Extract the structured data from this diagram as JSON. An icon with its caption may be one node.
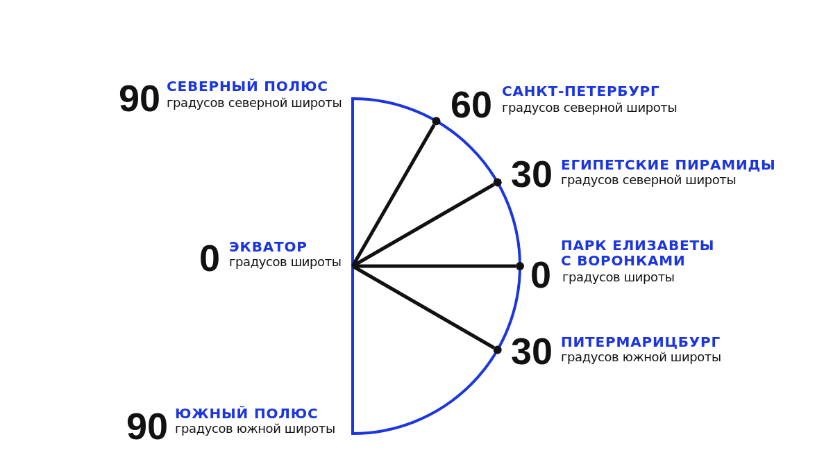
{
  "diagram": {
    "nodes": [
      {
        "text": [],
        "shape": "circle",
        "beside": [
          "60",
          "САНКТ-ПЕТЕРБУРГ",
          "градусов северной широты"
        ]
      },
      {
        "text": [],
        "shape": "circle",
        "beside": [
          "30",
          "ЕГИПЕТСКИЕ ПИРАМИДЫ",
          "градусов северной широты"
        ]
      },
      {
        "text": [],
        "shape": "circle",
        "beside": [
          "ПАРК ЕЛИЗАВЕТЫ С ВОРОНКАМИ",
          "0",
          "градусов широты"
        ]
      },
      {
        "text": [],
        "shape": "circle",
        "beside": [
          "30",
          "ПИТЕРМАРИЦБУРГ",
          "градусов южной широты"
        ]
      }
    ],
    "edges": [
      {
        "from": null,
        "to": 0,
        "arrow": "none"
      },
      {
        "from": null,
        "to": 1,
        "arrow": "none"
      },
      {
        "from": null,
        "to": 2,
        "arrow": "none"
      },
      {
        "from": null,
        "to": 3,
        "arrow": "none"
      }
    ],
    "labels": [
      "90",
      "СЕВЕРНЫЙ ПОЛЮС",
      "градусов северной широты",
      "0",
      "ЭКВАТОР",
      "градусов широты",
      "90",
      "ЮЖНЫЙ ПОЛЮС",
      "градусов южной широты"
    ]
  }
}
